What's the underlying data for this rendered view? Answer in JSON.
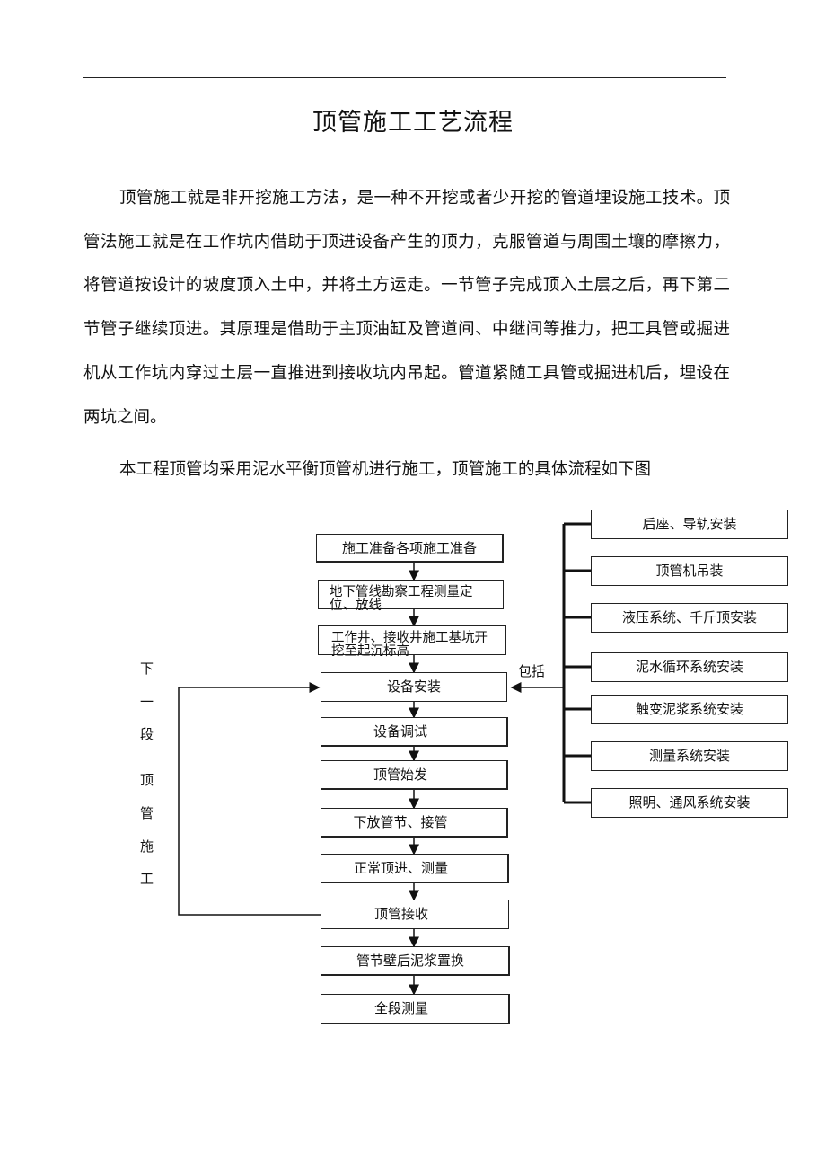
{
  "title": "顶管施工工艺流程",
  "paragraphs": [
    "顶管施工就是非开挖施工方法，是一种不开挖或者少开挖的管道埋设施工技术。顶管法施工就是在工作坑内借助于顶进设备产生的顶力，克服管道与周围土壤的摩擦力，将管道按设计的坡度顶入土中，并将土方运走。一节管子完成顶入土层之后，再下第二节管子继续顶进。其原理是借助于主顶油缸及管道间、中继间等推力，把工具管或掘进机从工作坑内穿过土层一直推进到接收坑内吊起。管道紧随工具管或掘进机后，埋设在两坑之间。",
    "本工程顶管均采用泥水平衡顶管机进行施工，顶管施工的具体流程如下图"
  ],
  "flow": {
    "main_steps": [
      "施工准备各项施工准备",
      "地下管线勘察工程测量定位、放线",
      "工作井、接收井施工基坑开挖至起沉标高",
      "设备安装",
      "设备调试",
      "顶管始发",
      "下放管节、接管",
      "正常顶进、测量",
      "顶管接收",
      "管节壁后泥浆置换",
      "全段测量"
    ],
    "include_label": "包括",
    "sub_items": [
      "后座、导轨安装",
      "顶管机吊装",
      "液压系统、千斤顶安装",
      "泥水循环系统安装",
      "触变泥浆系统安装",
      "测量系统安装",
      "照明、通风系统安装"
    ],
    "loop_label_chars": [
      "下",
      "一",
      "段",
      "顶",
      "管",
      "施",
      "工"
    ]
  }
}
